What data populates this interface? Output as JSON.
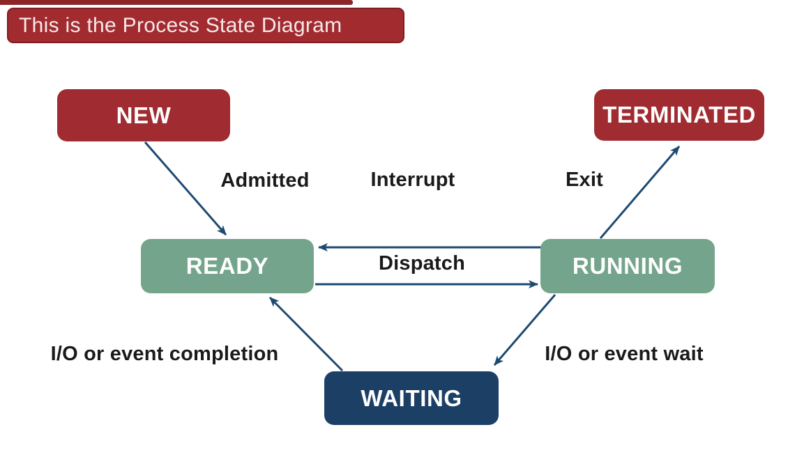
{
  "title_banner": {
    "text": "This is the Process State Diagram"
  },
  "colors": {
    "banner_red": "#a22b30",
    "state_red": "#a02b30",
    "state_green": "#74a48b",
    "state_navy": "#1c3f66",
    "arrow_blue": "#1e4971",
    "label_black": "#1a1a1a"
  },
  "nodes": {
    "new": {
      "label": "NEW",
      "color": "#a02b30"
    },
    "terminated": {
      "label": "TERMINATED",
      "color": "#a02b30"
    },
    "ready": {
      "label": "READY",
      "color": "#74a48b"
    },
    "running": {
      "label": "RUNNING",
      "color": "#74a48b"
    },
    "waiting": {
      "label": "WAITING",
      "color": "#1c3f66"
    }
  },
  "edges": {
    "admitted": {
      "label": "Admitted",
      "from": "NEW",
      "to": "READY"
    },
    "interrupt": {
      "label": "Interrupt",
      "from": "RUNNING",
      "to": "READY"
    },
    "exit": {
      "label": "Exit",
      "from": "RUNNING",
      "to": "TERMINATED"
    },
    "dispatch": {
      "label": "Dispatch",
      "from": "READY",
      "to": "RUNNING"
    },
    "io_completion": {
      "label": "I/O or event completion",
      "from": "WAITING",
      "to": "READY"
    },
    "io_wait": {
      "label": "I/O or event wait",
      "from": "RUNNING",
      "to": "WAITING"
    }
  }
}
